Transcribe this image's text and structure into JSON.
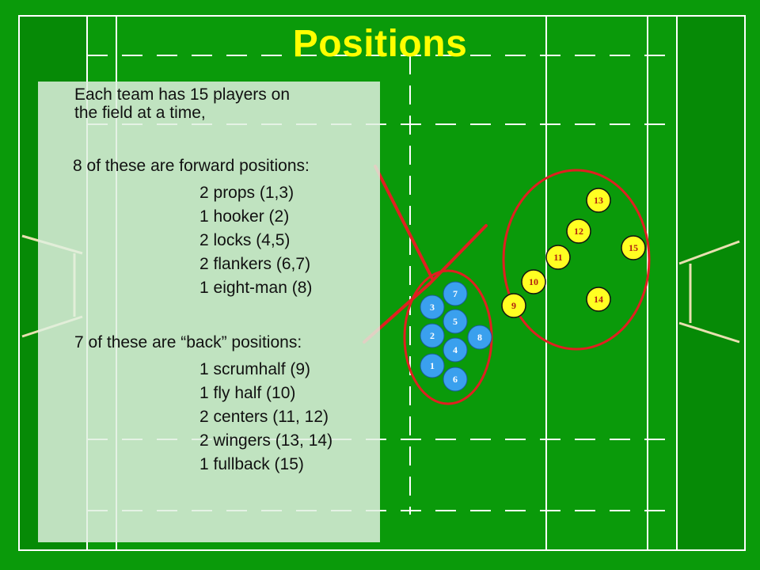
{
  "title": "Positions",
  "intro_line1": "Each team has 15 players on",
  "intro_line2": "the field at a time,",
  "forwards_header": "8 of these are forward positions:",
  "forwards": [
    "2 props (1,3)",
    "1 hooker (2)",
    "2 locks (4,5)",
    "2 flankers (6,7)",
    "1 eight-man (8)"
  ],
  "backs_header": "7 of these are “back” positions:",
  "backs": [
    "1 scrumhalf (9)",
    "1 fly half (10)",
    "2 centers (11, 12)",
    "2 wingers (13, 14)",
    "1 fullback (15)"
  ],
  "colors": {
    "field": "#0a9a0a",
    "lines": "#ffffff",
    "forward_player": "#3aa0ee",
    "back_player": "#ffff22",
    "highlight": "#e02020",
    "title": "#ffff00"
  },
  "forward_players": [
    "1",
    "2",
    "3",
    "4",
    "5",
    "6",
    "7",
    "8"
  ],
  "back_players": [
    "9",
    "10",
    "11",
    "12",
    "13",
    "14",
    "15"
  ]
}
